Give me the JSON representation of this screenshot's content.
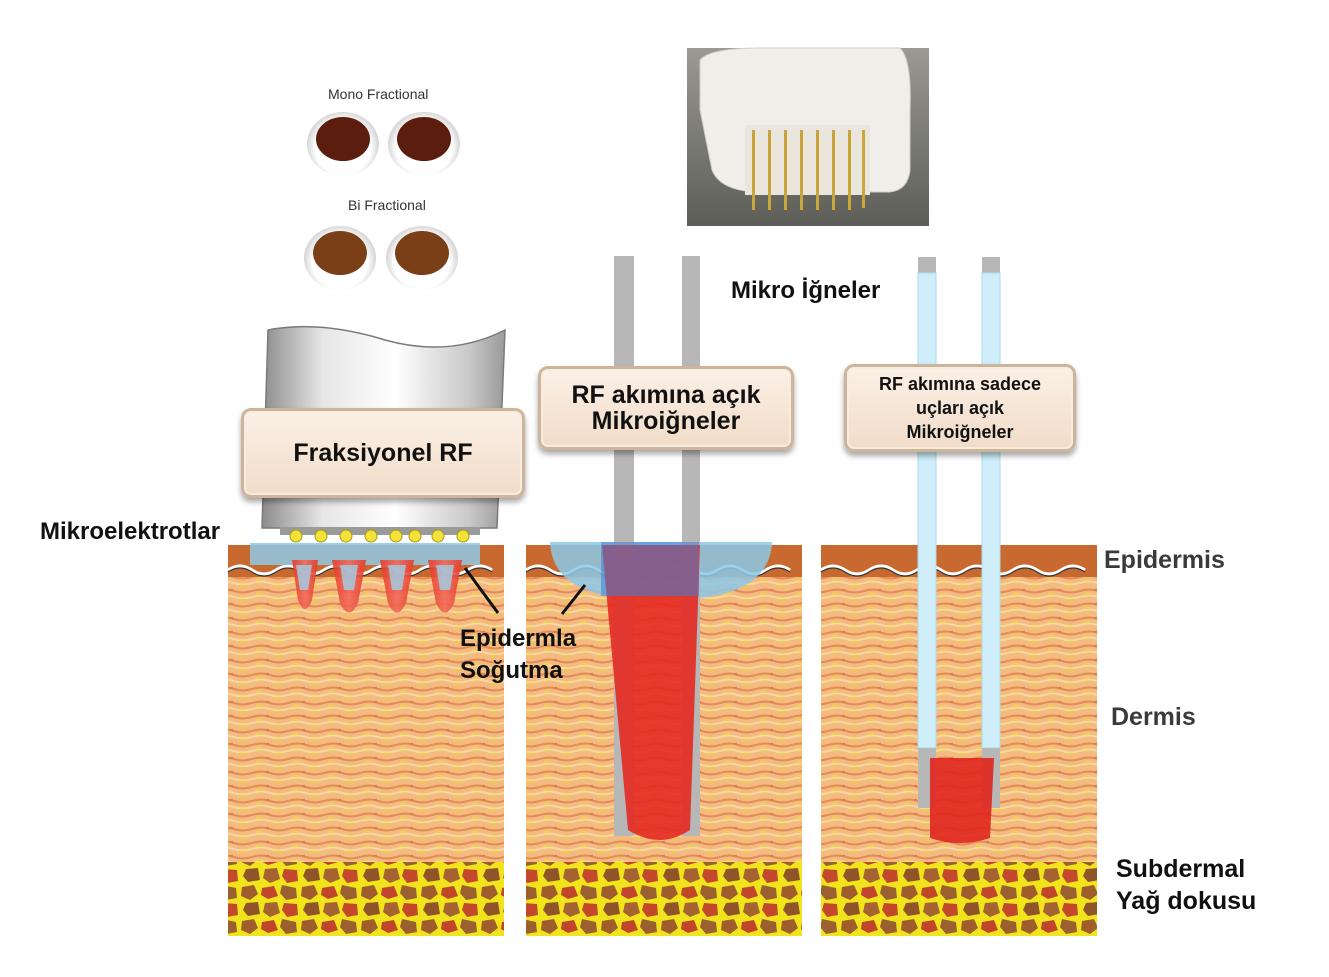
{
  "labels": {
    "mono_fractional": "Mono Fractional",
    "bi_fractional": "Bi Fractional",
    "mikro_igneler": "Mikro İğneler",
    "fraksiyonel_rf": "Fraksiyonel RF",
    "rf_acik_line1": "RF akımına açık",
    "rf_acik_line2": "Mikroiğneler",
    "rf_uclari_line1": "RF akımına sadece",
    "rf_uclari_line2": "uçları açık",
    "rf_uclari_line3": "Mikroiğneler",
    "mikroelektrotlar": "Mikroelektrotlar",
    "epidermla_line1": "Epidermla",
    "epidermla_line2": "Soğutma",
    "epidermis": "Epidermis",
    "dermis": "Dermis",
    "subdermal_line1": "Subdermal",
    "subdermal_line2": "Yağ dokusu"
  },
  "colors": {
    "epidermis": "#c8642a",
    "dermis": "#f3b67a",
    "fat_yellow": "#f2e21a",
    "fat_brown": "#9a5a2a",
    "rf_red": "#e02020",
    "cooling_blue": "#8cc8e8",
    "needle_gray": "#b5b5b5",
    "needle_blue": "#cdeefa",
    "plate_fill": "#f6e6d6"
  }
}
